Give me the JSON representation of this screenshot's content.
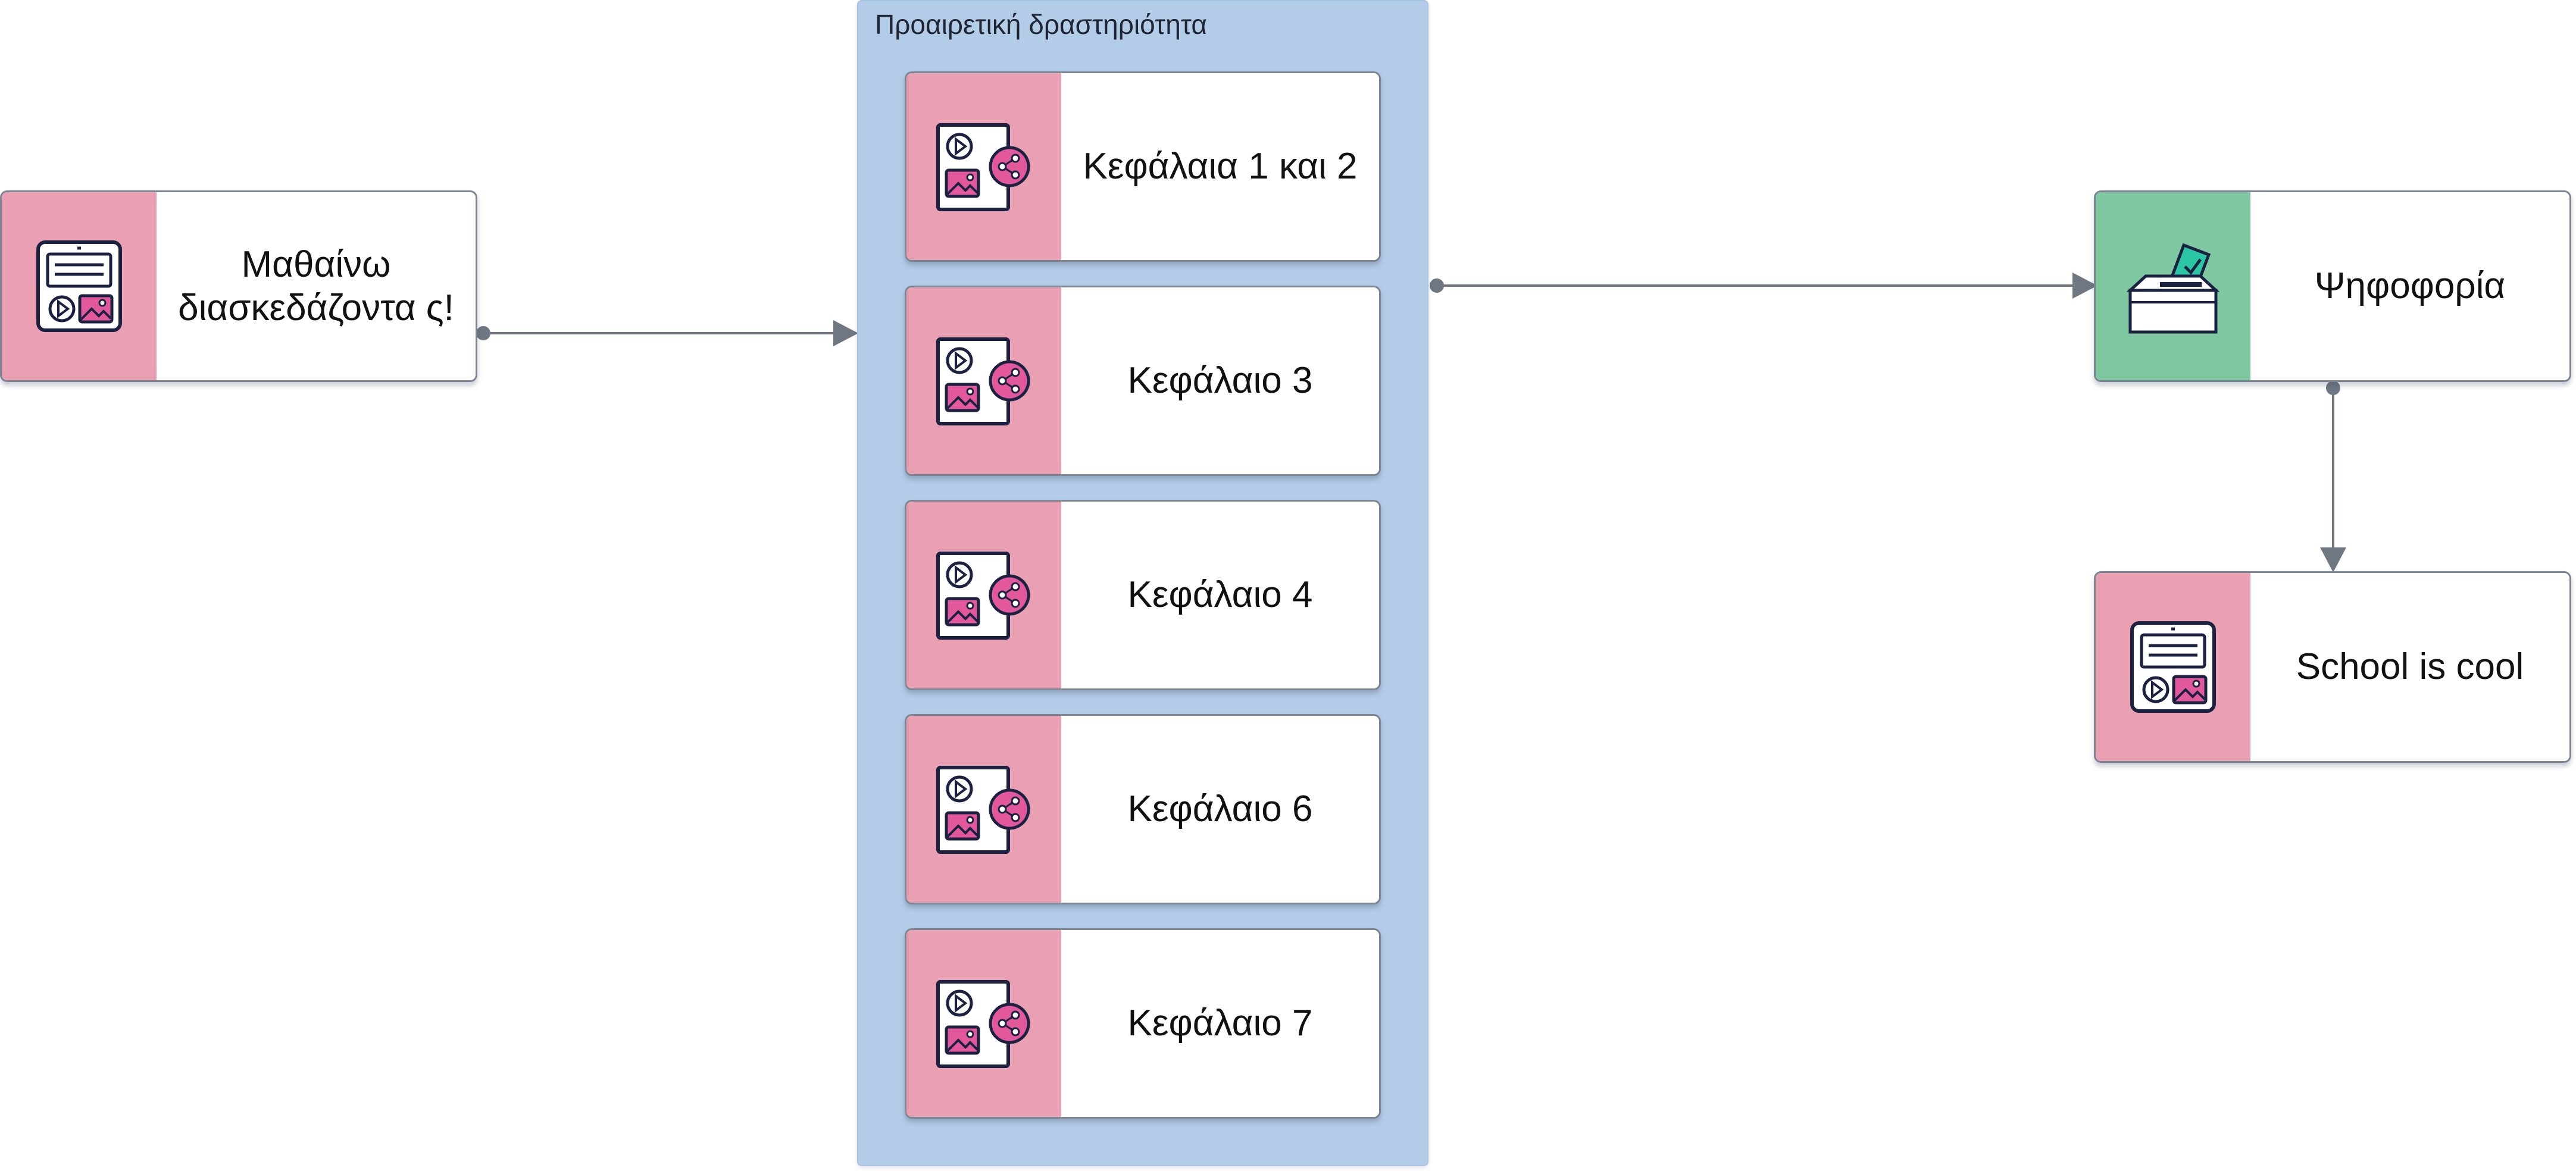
{
  "group": {
    "title": "Προαιρετική δραστηριότητα",
    "fill": "#b3cde8"
  },
  "nodes": {
    "start": {
      "label": "Μαθαίνω διασκεδάζοντα ς!",
      "icon": "interactive-content-icon",
      "accent": "#e9a0b2"
    },
    "ch12": {
      "label": "Κεφάλαια 1 και 2",
      "icon": "media-share-icon",
      "accent": "#e9a0b2"
    },
    "ch3": {
      "label": "Κεφάλαιο 3",
      "icon": "media-share-icon",
      "accent": "#e9a0b2"
    },
    "ch4": {
      "label": "Κεφάλαιο 4",
      "icon": "media-share-icon",
      "accent": "#e9a0b2"
    },
    "ch6": {
      "label": "Κεφάλαιο 6",
      "icon": "media-share-icon",
      "accent": "#e9a0b2"
    },
    "ch7": {
      "label": "Κεφάλαιο 7",
      "icon": "media-share-icon",
      "accent": "#e9a0b2"
    },
    "vote": {
      "label": "Ψηφοφορία",
      "icon": "ballot-box-icon",
      "accent": "#7fc8a2"
    },
    "end": {
      "label": "School is cool",
      "icon": "interactive-content-icon",
      "accent": "#e9a0b2"
    }
  },
  "connector_color": "#6f7783"
}
